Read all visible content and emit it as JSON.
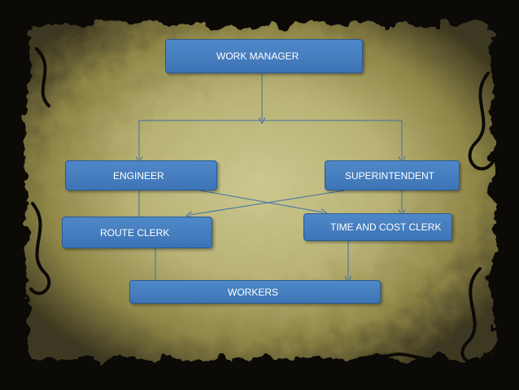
{
  "diagram": {
    "nodes": {
      "work_manager": "WORK  MANAGER",
      "engineer": "ENGINEER",
      "superintendent": "SUPERINTENDENT",
      "route_clerk": "ROUTE CLERK",
      "time_cost_clerk": "TIME AND COST CLERK",
      "workers": "WORKERS"
    },
    "edges": [
      {
        "from": "WORK  MANAGER",
        "to": "ENGINEER"
      },
      {
        "from": "WORK  MANAGER",
        "to": "SUPERINTENDENT"
      },
      {
        "from": "ENGINEER",
        "to": "ROUTE CLERK"
      },
      {
        "from": "ENGINEER",
        "to": "TIME AND COST CLERK"
      },
      {
        "from": "SUPERINTENDENT",
        "to": "ROUTE CLERK"
      },
      {
        "from": "SUPERINTENDENT",
        "to": "TIME AND COST CLERK"
      },
      {
        "from": "ROUTE CLERK",
        "to": "WORKERS"
      },
      {
        "from": "TIME AND COST CLERK",
        "to": "WORKERS"
      }
    ],
    "colors": {
      "node_fill": "#4a82c2",
      "node_border": "#2b5a93",
      "node_text": "#ffffff",
      "connector": "#3f6fa8",
      "background_center": "#c9c48a",
      "background_edge": "#0b0a07"
    }
  }
}
